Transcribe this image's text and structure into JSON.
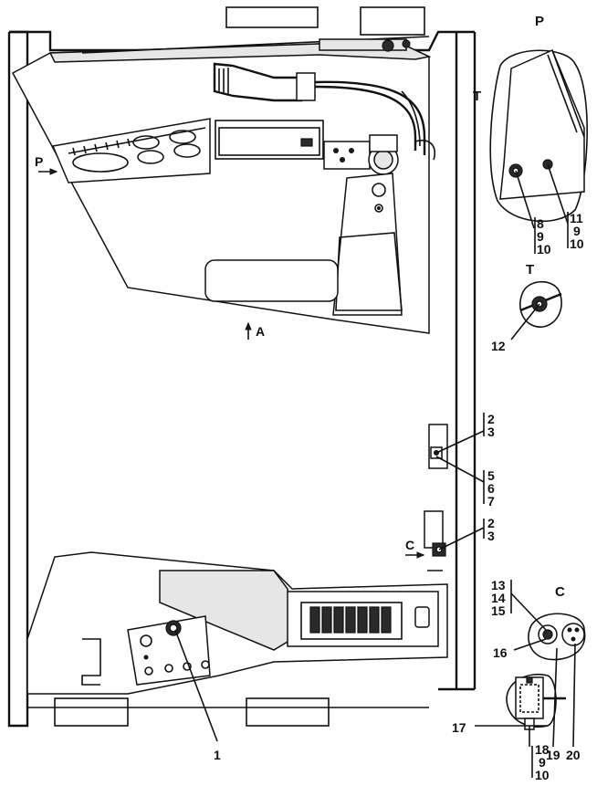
{
  "view_labels": {
    "p_arrow": "P",
    "a_arrow": "A",
    "c_arrow": "C",
    "detail_p": "P",
    "detail_t": "T",
    "detail_t_small": "T",
    "detail_c": "C"
  },
  "callouts": {
    "c1": "1",
    "c2a": "2",
    "c3a": "3",
    "c5": "5",
    "c6": "6",
    "c7": "7",
    "c2b": "2",
    "c3b": "3",
    "c8": "8",
    "c9a": "9",
    "c10a": "10",
    "c11": "11",
    "c9b": "9",
    "c10b": "10",
    "c12": "12",
    "c13": "13",
    "c14": "14",
    "c15": "15",
    "c16": "16",
    "c17": "17",
    "c18": "18",
    "c9c": "9",
    "c10c": "10",
    "c19": "19",
    "c20": "20"
  }
}
